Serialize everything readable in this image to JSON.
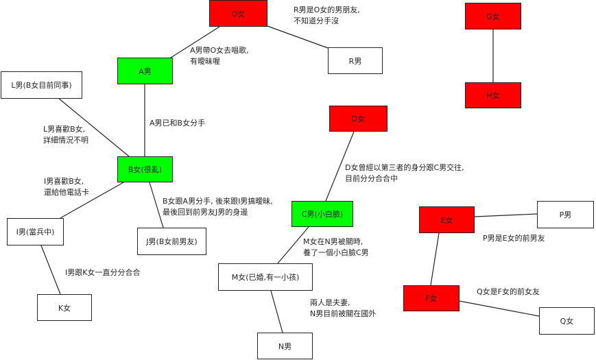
{
  "nodes": {
    "o": "O女",
    "r": "R男",
    "g": "G女",
    "h": "H女",
    "a": "A男",
    "l": "L男(B女目前同事)",
    "d": "D女",
    "b": "B女(很亂)",
    "c": "C男(小白臉)",
    "i": "I男(當兵中)",
    "j": "J男(B女前男友)",
    "e": "E女",
    "p": "P男",
    "m": "M女(已婚,有一小孩)",
    "k": "K女",
    "f": "F女",
    "q": "Q女",
    "n": "N男"
  },
  "notes": {
    "r_1": "R男是O女的男朋友,",
    "r_2": "不知道分手沒",
    "a_1": "A男帶O女去唱歌,",
    "a_2": "有曖昧喔",
    "ab": "A男已和B女分手",
    "l_1": "L男喜歡B女,",
    "l_2": "詳細情況不明",
    "d_1": "D女曾經以第三者的身分跟C男交往,",
    "d_2": "目前分分合合中",
    "i_1": "I男喜歡B女,",
    "i_2": "還給他電話卡",
    "b_1": "B女跟A男分手, 後來跟I男搞曖昧,",
    "b_2": "最後回到前男友J男的身邊",
    "m_1": "M女在N男被關時,",
    "m_2": "養了一個小白臉C男",
    "p": "P男是E女的前男友",
    "k": "I男跟K女一直分分合合",
    "q": "Q女是F女的前女友",
    "n_1": "兩人是夫妻,",
    "n_2": "N男目前被關在國外"
  },
  "colors": {
    "red": "#ff0000",
    "green": "#00ff00",
    "white": "#ffffff",
    "line": "#222222"
  }
}
